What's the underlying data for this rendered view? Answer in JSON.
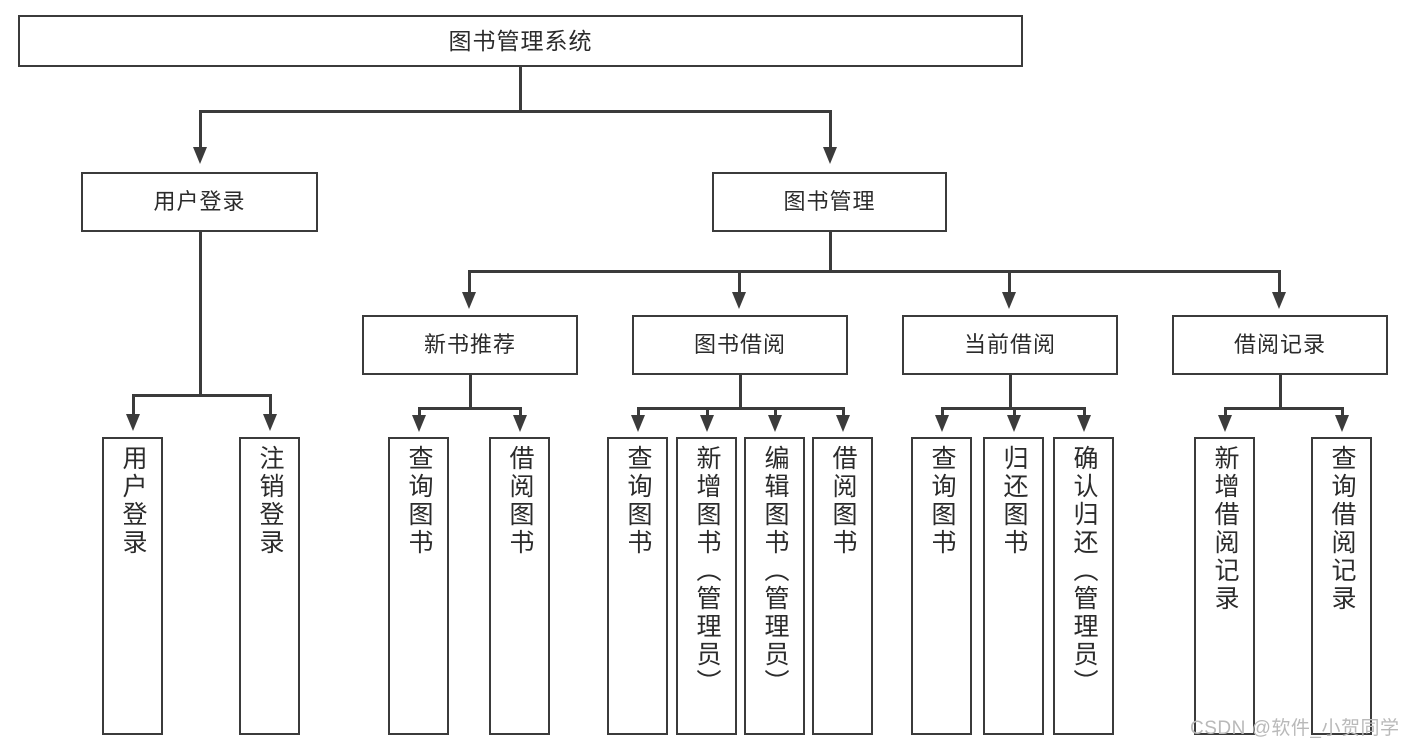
{
  "diagram": {
    "type": "tree",
    "title": "图书管理系统",
    "root": {
      "label": "图书管理系统"
    },
    "level2": [
      {
        "label": "用户登录"
      },
      {
        "label": "图书管理"
      }
    ],
    "level3": [
      {
        "label": "新书推荐"
      },
      {
        "label": "图书借阅"
      },
      {
        "label": "当前借阅"
      },
      {
        "label": "借阅记录"
      }
    ],
    "leaves": {
      "user_login": [
        {
          "label": "用户登录"
        },
        {
          "label": "注销登录"
        }
      ],
      "new_book_recommend": [
        {
          "label": "查询图书"
        },
        {
          "label": "借阅图书"
        }
      ],
      "book_borrow": [
        {
          "label": "查询图书"
        },
        {
          "label": "新增图书（管理员）"
        },
        {
          "label": "编辑图书（管理员）"
        },
        {
          "label": "借阅图书"
        }
      ],
      "current_borrow": [
        {
          "label": "查询图书"
        },
        {
          "label": "归还图书"
        },
        {
          "label": "确认归还（管理员）"
        }
      ],
      "borrow_record": [
        {
          "label": "新增借阅记录"
        },
        {
          "label": "查询借阅记录"
        }
      ]
    }
  },
  "watermark": {
    "text": "CSDN @软件_小贺同学"
  },
  "colors": {
    "stroke": "#3b3b3b",
    "text": "#2b2b2b",
    "background": "#ffffff",
    "watermark": "#b9b9b9"
  }
}
